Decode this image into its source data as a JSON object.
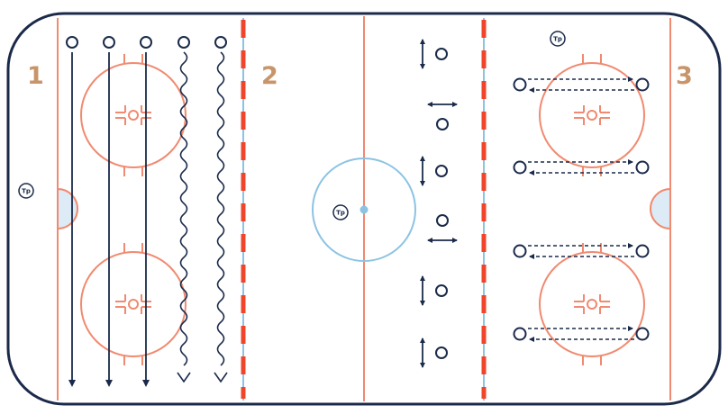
{
  "rink": {
    "zones": [
      {
        "label": "1"
      },
      {
        "label": "2"
      },
      {
        "label": "3"
      }
    ],
    "coach_marker": "Tp",
    "colors": {
      "boards": "#1b2a4a",
      "red_line": "#f0452a",
      "blue_line": "#8cc3e3",
      "faceoff": "#f08a70",
      "crease_fill": "#dcebf5",
      "zone_label": "#c8956b",
      "player": "#1a2a4a"
    }
  }
}
